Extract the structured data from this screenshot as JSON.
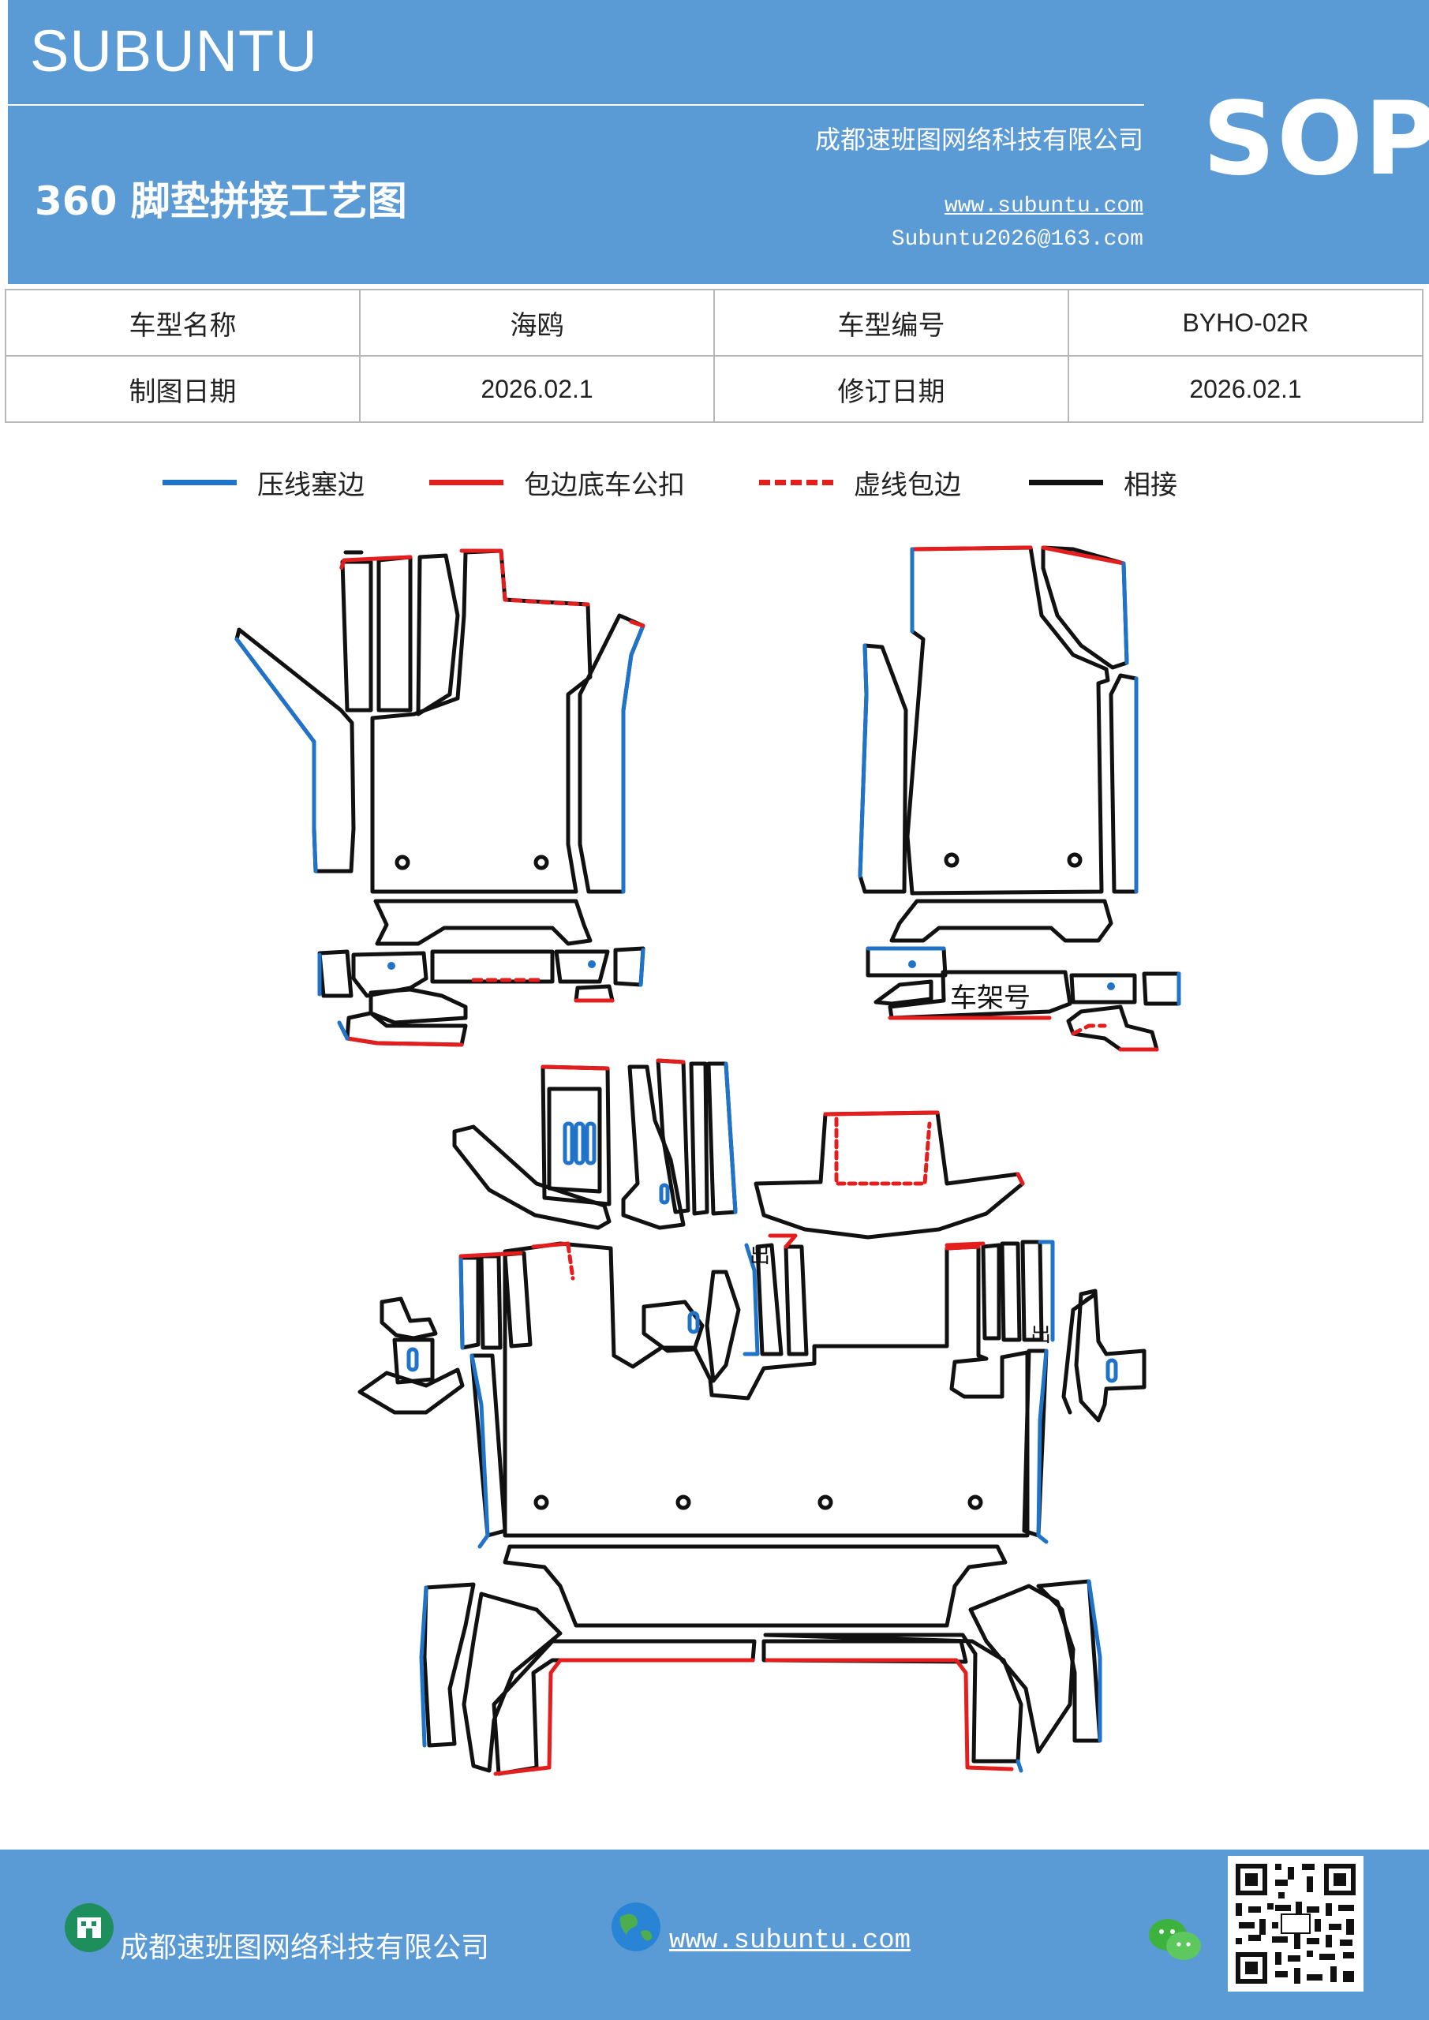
{
  "header": {
    "brand": "SUBUNTU",
    "title": "360 脚垫拼接工艺图",
    "company": "成都速班图网络科技有限公司",
    "website": "www.subuntu.com",
    "email": "Subuntu2026@163.com",
    "sop": "SOP"
  },
  "info_table": {
    "rows": [
      [
        "车型名称",
        "海鸥",
        "车型编号",
        "BYHO-02R"
      ],
      [
        "制图日期",
        "2026.02.1",
        "修订日期",
        "2026.02.1"
      ]
    ]
  },
  "legend": [
    {
      "label": "压线塞边",
      "style": "solid",
      "color": "#1f73c8"
    },
    {
      "label": "包边底车公扣",
      "style": "solid",
      "color": "#e41d1d"
    },
    {
      "label": "虚线包边",
      "style": "dashed",
      "color": "#e41d1d"
    },
    {
      "label": "相接",
      "style": "solid",
      "color": "#111111"
    }
  ],
  "diagram": {
    "frame_label": "车架号",
    "small_mark": "出",
    "colors": {
      "outline": "#111111",
      "press_edge": "#1f73c8",
      "wrap_edge": "#e41d1d"
    }
  },
  "footer": {
    "company": "成都速班图网络科技有限公司",
    "website": "www.subuntu.com",
    "icons": [
      "building-icon",
      "globe-icon",
      "wechat-icon",
      "qr-code"
    ]
  },
  "colors": {
    "header_bg": "#5b9bd5",
    "footer_bg": "#5b9bd5"
  }
}
